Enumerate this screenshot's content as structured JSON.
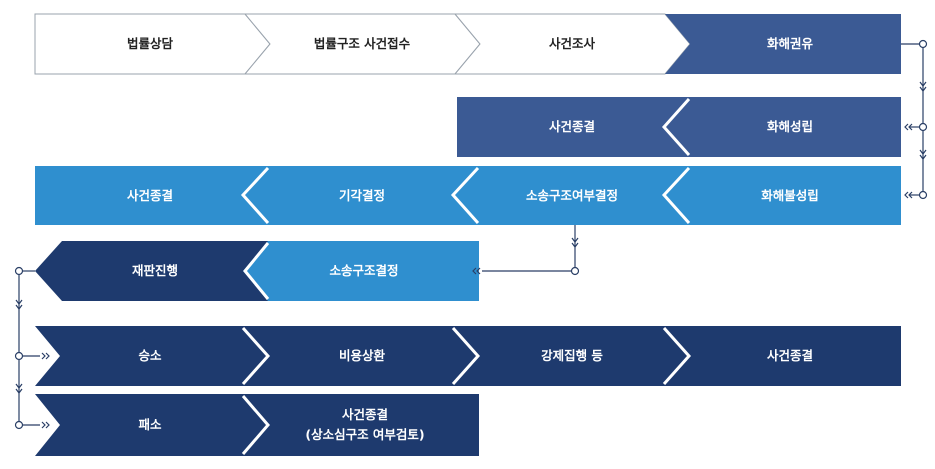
{
  "row1": {
    "legal_consultation": "법률상담",
    "case_intake": "법률구조 사건접수",
    "case_investigation": "사건조사",
    "settlement_recommendation": "화해권유"
  },
  "row2": {
    "case_closed": "사건종결",
    "settlement_reached": "화해성립"
  },
  "row3": {
    "case_closed": "사건종결",
    "dismissal_decision": "기각결정",
    "aid_decision_pending": "소송구조여부결정",
    "settlement_failed": "화해불성립"
  },
  "row4": {
    "trial_proceeding": "재판진행",
    "aid_decision": "소송구조결정"
  },
  "row5": {
    "win": "승소",
    "cost_reimbursement": "비용상환",
    "enforcement": "강제집행 등",
    "case_closed": "사건종결"
  },
  "row6": {
    "loss": "패소",
    "case_closed_line1": "사건종결",
    "case_closed_line2": "(상소심구조 여부검토)"
  },
  "colors": {
    "white_fill": "#ffffff",
    "white_stroke": "#9aa3ad",
    "slate_blue": "#3b5a94",
    "sky_blue": "#2f8fcf",
    "navy": "#1e3a6e",
    "connector": "#2a3f66"
  }
}
